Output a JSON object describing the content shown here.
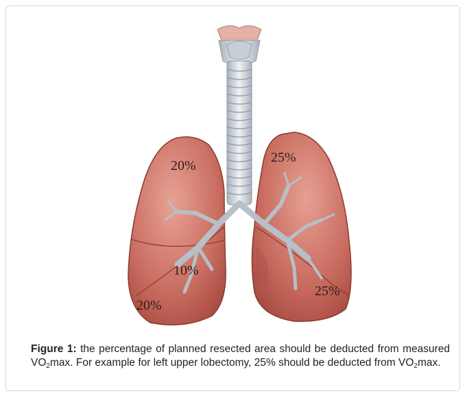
{
  "figure": {
    "labels": {
      "right_upper": "20%",
      "left_upper": "25%",
      "right_middle": "10%",
      "right_lower": "20%",
      "left_lower": "25%"
    },
    "caption": {
      "label": "Figure 1:",
      "part1": " the percentage of planned resected area should be deducted from measured VO",
      "sub1": "2",
      "part2": "max. For example for left upper lobectomy, 25% should be deducted from VO",
      "sub2": "2",
      "part3": "max."
    },
    "colors": {
      "lung": "#c96c60",
      "lung_dark": "#a9483f",
      "lung_light": "#e39a8c",
      "trachea": "#cfd6dc",
      "bronchi": "#b9c1c9",
      "border": "#d4d4d4"
    }
  }
}
